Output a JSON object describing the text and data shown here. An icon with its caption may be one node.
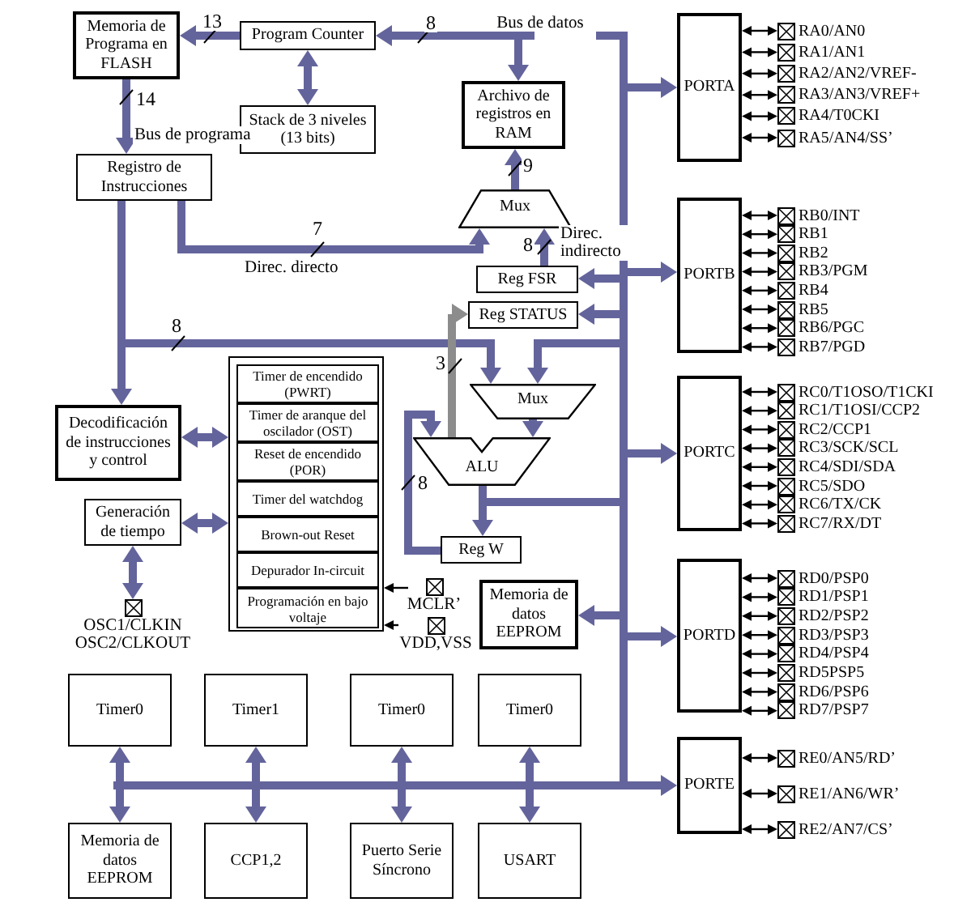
{
  "diagram": {
    "nodes": [
      {
        "text": [
          "Memoria de Programa en FLASH"
        ]
      },
      {
        "text": [
          "Program Counter"
        ]
      },
      {
        "text": [
          "Stack de 3 niveles (13 bits)"
        ]
      },
      {
        "text": [
          "Bus de datos"
        ]
      },
      {
        "text": [
          "Archivo de registros en RAM"
        ]
      },
      {
        "text": [
          "Registro de Instrucciones"
        ]
      },
      {
        "text": [
          "Mux"
        ]
      },
      {
        "text": [
          "Reg FSR"
        ]
      },
      {
        "text": [
          "Reg STATUS"
        ]
      },
      {
        "text": [
          "Decodificación de instrucciones y control"
        ]
      },
      {
        "text": [],
        "shape": "box"
      },
      {
        "text": [
          "Timer de encendido (PWRT)"
        ],
        "in": 10
      },
      {
        "text": [
          "Timer de aranque del oscilador (OST)"
        ],
        "in": 10
      },
      {
        "text": [
          "Reset de encendido (POR)"
        ],
        "in": 10
      },
      {
        "text": [
          "Timer del watchdog"
        ],
        "in": 10
      },
      {
        "text": [
          "Brown-out Reset"
        ],
        "in": 10
      },
      {
        "text": [
          "Depurador In-circuit"
        ],
        "in": 10
      },
      {
        "text": [
          "Programación en bajo voltaje"
        ],
        "in": 10
      },
      {
        "text": [
          "Mux"
        ]
      },
      {
        "text": [
          "ALU"
        ]
      },
      {
        "text": [
          "Reg W"
        ]
      },
      {
        "text": [
          "Generación de tiempo"
        ]
      },
      {
        "text": [
          "OSC1/CLKIN OSC2/CLKOUT"
        ]
      },
      {
        "text": [
          "MCLR’"
        ]
      },
      {
        "text": [
          "VDD,VSS"
        ]
      },
      {
        "text": [
          "Memoria de datos EEPROM"
        ]
      },
      {
        "text": [
          "PORTA"
        ]
      },
      {
        "text": [
          "PORTB"
        ]
      },
      {
        "text": [
          "PORTC"
        ]
      },
      {
        "text": [
          "PORTD"
        ]
      },
      {
        "text": [
          "PORTE"
        ]
      },
      {
        "text": [
          "Timer0"
        ]
      },
      {
        "text": [
          "Timer1"
        ]
      },
      {
        "text": [
          "Timer0"
        ]
      },
      {
        "text": [
          "Timer0"
        ]
      },
      {
        "text": [
          "Memoria de datos EEPROM"
        ]
      },
      {
        "text": [
          "CCP1,2"
        ]
      },
      {
        "text": [
          "Puerto Serie Síncrono"
        ]
      },
      {
        "text": [
          "USART"
        ]
      },
      {
        "text": [
          "RA0/AN0"
        ]
      },
      {
        "text": [
          "RA1/AN1"
        ]
      },
      {
        "text": [
          "RA2/AN2/VREF-"
        ]
      },
      {
        "text": [
          "RA3/AN3/VREF+"
        ]
      },
      {
        "text": [
          "RA4/T0CKI"
        ]
      },
      {
        "text": [
          "RA5/AN4/SS’"
        ]
      },
      {
        "text": [
          "RB0/INT"
        ]
      },
      {
        "text": [
          "RB1"
        ]
      },
      {
        "text": [
          "RB2"
        ]
      },
      {
        "text": [
          "RB3/PGM"
        ]
      },
      {
        "text": [
          "RB4"
        ]
      },
      {
        "text": [
          "RB5"
        ]
      },
      {
        "text": [
          "RB6/PGC"
        ]
      },
      {
        "text": [
          "RB7/PGD"
        ]
      },
      {
        "text": [
          "RC0/T1OSO/T1CKI"
        ]
      },
      {
        "text": [
          "RC1/T1OSI/CCP2"
        ]
      },
      {
        "text": [
          "RC2/CCP1"
        ]
      },
      {
        "text": [
          "RC3/SCK/SCL"
        ]
      },
      {
        "text": [
          "RC4/SDI/SDA"
        ]
      },
      {
        "text": [
          "RC5/SDO"
        ]
      },
      {
        "text": [
          "RC6/TX/CK"
        ]
      },
      {
        "text": [
          "RC7/RX/DT"
        ]
      },
      {
        "text": [
          "RD0/PSP0"
        ]
      },
      {
        "text": [
          "RD1/PSP1"
        ]
      },
      {
        "text": [
          "RD2/PSP2"
        ]
      },
      {
        "text": [
          "RD3/PSP3"
        ]
      },
      {
        "text": [
          "RD4/PSP4"
        ]
      },
      {
        "text": [
          "RD5PSP5"
        ]
      },
      {
        "text": [
          "RD6/PSP6"
        ]
      },
      {
        "text": [
          "RD7/PSP7"
        ]
      },
      {
        "text": [
          "RE0/AN5/RD’"
        ]
      },
      {
        "text": [
          "RE1/AN6/WR’"
        ]
      },
      {
        "text": [
          "RE2/AN7/CS’"
        ]
      }
    ],
    "edges": [
      {
        "from": 3,
        "to": 1,
        "arrow": "to",
        "label": "8",
        "style": "thick",
        "color": "#64649c"
      },
      {
        "from": 1,
        "to": 0,
        "arrow": "to",
        "label": "13",
        "style": "thick",
        "color": "#64649c"
      },
      {
        "from": 1,
        "to": 2,
        "arrow": "both",
        "style": "thick",
        "color": "#64649c"
      },
      {
        "from": 0,
        "to": 5,
        "arrow": "to",
        "label": "14",
        "style": "thick",
        "color": "#64649c"
      },
      {
        "from": 3,
        "to": 4,
        "arrow": "to",
        "style": "thick",
        "color": "#64649c"
      },
      {
        "from": 6,
        "to": 4,
        "arrow": "to",
        "label": "9",
        "style": "thick",
        "color": "#64649c"
      },
      {
        "from": 5,
        "to": 6,
        "arrow": "to",
        "label": "7",
        "style": "thick",
        "color": "#64649c"
      },
      {
        "from": 7,
        "to": 6,
        "arrow": "to",
        "label": "8",
        "style": "thick",
        "color": "#64649c"
      },
      {
        "from": 3,
        "to": 7,
        "arrow": "to",
        "style": "thick",
        "color": "#64649c"
      },
      {
        "from": 3,
        "to": 8,
        "arrow": "to",
        "style": "thick",
        "color": "#64649c"
      },
      {
        "from": 5,
        "to": 9,
        "arrow": "to",
        "style": "thick",
        "color": "#64649c"
      },
      {
        "from": 5,
        "to": 18,
        "arrow": "to",
        "label": "8",
        "style": "thick",
        "color": "#64649c"
      },
      {
        "from": 3,
        "to": 18,
        "arrow": "to",
        "style": "thick",
        "color": "#64649c"
      },
      {
        "from": 18,
        "to": 19,
        "arrow": "to",
        "style": "thick",
        "color": "#64649c"
      },
      {
        "from": 19,
        "to": 3,
        "arrow": "none",
        "style": "thick",
        "color": "#64649c"
      },
      {
        "from": 19,
        "to": 20,
        "arrow": "to",
        "style": "thick",
        "color": "#64649c"
      },
      {
        "from": 20,
        "to": 19,
        "arrow": "to",
        "label": "8",
        "style": "thick",
        "color": "#64649c"
      },
      {
        "from": 19,
        "to": 8,
        "arrow": "to",
        "label": "3",
        "style": "thick",
        "color": "#8c8c8c"
      },
      {
        "from": 9,
        "to": 10,
        "arrow": "both",
        "style": "thick",
        "color": "#64649c"
      },
      {
        "from": 21,
        "to": 10,
        "arrow": "both",
        "style": "thick",
        "color": "#64649c"
      },
      {
        "from": 21,
        "to": 22,
        "arrow": "both",
        "style": "thick",
        "color": "#64649c"
      },
      {
        "from": 23,
        "to": 10,
        "arrow": "to"
      },
      {
        "from": 24,
        "to": 10,
        "arrow": "to"
      },
      {
        "from": 3,
        "to": 25,
        "arrow": "to",
        "style": "thick",
        "color": "#64649c"
      },
      {
        "from": 3,
        "to": 26,
        "arrow": "to",
        "style": "thick",
        "color": "#64649c"
      },
      {
        "from": 3,
        "to": 27,
        "arrow": "to",
        "style": "thick",
        "color": "#64649c"
      },
      {
        "from": 3,
        "to": 28,
        "arrow": "to",
        "style": "thick",
        "color": "#64649c"
      },
      {
        "from": 3,
        "to": 29,
        "arrow": "to",
        "style": "thick",
        "color": "#64649c"
      },
      {
        "from": 3,
        "to": 30,
        "arrow": "to",
        "style": "thick",
        "color": "#64649c"
      },
      {
        "from": 31,
        "to": 35,
        "arrow": "both",
        "style": "thick",
        "color": "#64649c"
      },
      {
        "from": 32,
        "to": 36,
        "arrow": "both",
        "style": "thick",
        "color": "#64649c"
      },
      {
        "from": 33,
        "to": 37,
        "arrow": "both",
        "style": "thick",
        "color": "#64649c"
      },
      {
        "from": 34,
        "to": 38,
        "arrow": "both",
        "style": "thick",
        "color": "#64649c"
      },
      {
        "from": 26,
        "to": 39,
        "arrow": "both"
      },
      {
        "from": 26,
        "to": 40,
        "arrow": "both"
      },
      {
        "from": 26,
        "to": 41,
        "arrow": "both"
      },
      {
        "from": 26,
        "to": 42,
        "arrow": "both"
      },
      {
        "from": 26,
        "to": 43,
        "arrow": "both"
      },
      {
        "from": 26,
        "to": 44,
        "arrow": "both"
      },
      {
        "from": 27,
        "to": 45,
        "arrow": "both"
      },
      {
        "from": 27,
        "to": 46,
        "arrow": "both"
      },
      {
        "from": 27,
        "to": 47,
        "arrow": "both"
      },
      {
        "from": 27,
        "to": 48,
        "arrow": "both"
      },
      {
        "from": 27,
        "to": 49,
        "arrow": "both"
      },
      {
        "from": 27,
        "to": 50,
        "arrow": "both"
      },
      {
        "from": 27,
        "to": 51,
        "arrow": "both"
      },
      {
        "from": 27,
        "to": 52,
        "arrow": "both"
      },
      {
        "from": 28,
        "to": 53,
        "arrow": "both"
      },
      {
        "from": 28,
        "to": 54,
        "arrow": "both"
      },
      {
        "from": 28,
        "to": 55,
        "arrow": "both"
      },
      {
        "from": 28,
        "to": 56,
        "arrow": "both"
      },
      {
        "from": 28,
        "to": 57,
        "arrow": "both"
      },
      {
        "from": 28,
        "to": 58,
        "arrow": "both"
      },
      {
        "from": 28,
        "to": 59,
        "arrow": "both"
      },
      {
        "from": 28,
        "to": 60,
        "arrow": "both"
      },
      {
        "from": 29,
        "to": 61,
        "arrow": "both"
      },
      {
        "from": 29,
        "to": 62,
        "arrow": "both"
      },
      {
        "from": 29,
        "to": 63,
        "arrow": "both"
      },
      {
        "from": 29,
        "to": 64,
        "arrow": "both"
      },
      {
        "from": 29,
        "to": 65,
        "arrow": "both"
      },
      {
        "from": 29,
        "to": 66,
        "arrow": "both"
      },
      {
        "from": 29,
        "to": 67,
        "arrow": "both"
      },
      {
        "from": 29,
        "to": 68,
        "arrow": "both"
      },
      {
        "from": 30,
        "to": 69,
        "arrow": "both"
      },
      {
        "from": 30,
        "to": 70,
        "arrow": "both"
      },
      {
        "from": 30,
        "to": 71,
        "arrow": "both"
      }
    ],
    "labels": [
      "Bus de programa",
      "Direc. directo",
      "Direc. indirecto"
    ]
  }
}
